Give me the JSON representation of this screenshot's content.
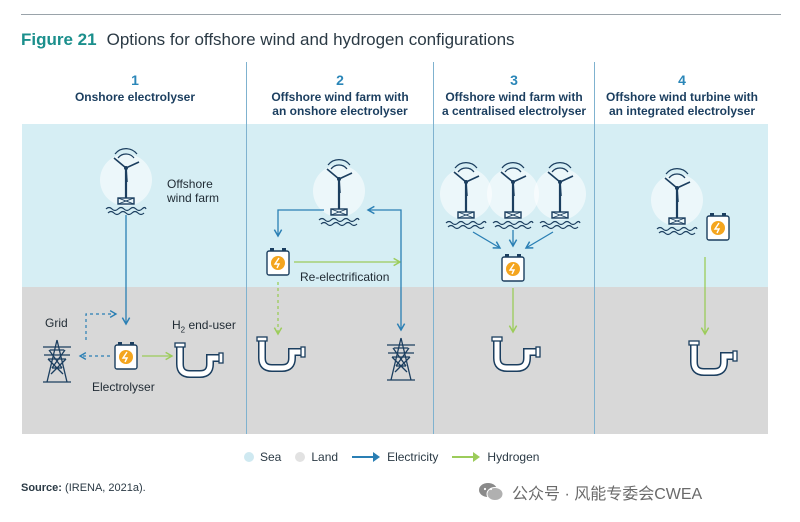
{
  "figure": {
    "number": "Figure 21",
    "title": "Options for offshore wind and hydrogen configurations"
  },
  "panels": [
    {
      "num": "1",
      "title": "Onshore electrolyser"
    },
    {
      "num": "2",
      "title_line1": "Offshore wind farm with",
      "title_line2": "an onshore electrolyser"
    },
    {
      "num": "3",
      "title_line1": "Offshore wind farm with",
      "title_line2": "a centralised electrolyser"
    },
    {
      "num": "4",
      "title_line1": "Offshore wind turbine with",
      "title_line2": "an integrated electrolyser"
    }
  ],
  "labels": {
    "offshore_wind_farm_1": "Offshore",
    "offshore_wind_farm_2": "wind farm",
    "grid": "Grid",
    "h2_end_user_prefix": "H",
    "h2_end_user_sub": "2",
    "h2_end_user_suffix": " end-user",
    "electrolyser": "Electrolyser",
    "re_electrification": "Re-electrification"
  },
  "legend": {
    "sea": "Sea",
    "land": "Land",
    "electricity": "Electricity",
    "hydrogen": "Hydrogen"
  },
  "colors": {
    "sea": "#d6eef4",
    "land": "#d8d8d8",
    "electricity": "#2a7fb4",
    "hydrogen": "#9ccc5a",
    "accent": "#1b8f8c"
  },
  "source": {
    "label": "Source:",
    "text": " (IRENA, 2021a)."
  },
  "watermark": "公众号 · 风能专委会CWEA"
}
